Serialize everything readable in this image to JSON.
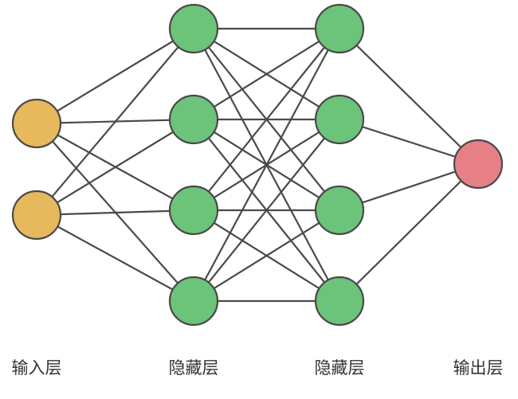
{
  "layers": [
    {
      "label": "输入层",
      "count": 2,
      "color": "#e6b95c"
    },
    {
      "label": "隐藏层",
      "count": 4,
      "color": "#6cc37a"
    },
    {
      "label": "隐藏层",
      "count": 4,
      "color": "#6cc37a"
    },
    {
      "label": "输出层",
      "count": 1,
      "color": "#e77f86"
    }
  ],
  "connectivity": "fully-connected",
  "edge_color": "#4a4a4a",
  "node_outline_color": "#4a4a4a"
}
